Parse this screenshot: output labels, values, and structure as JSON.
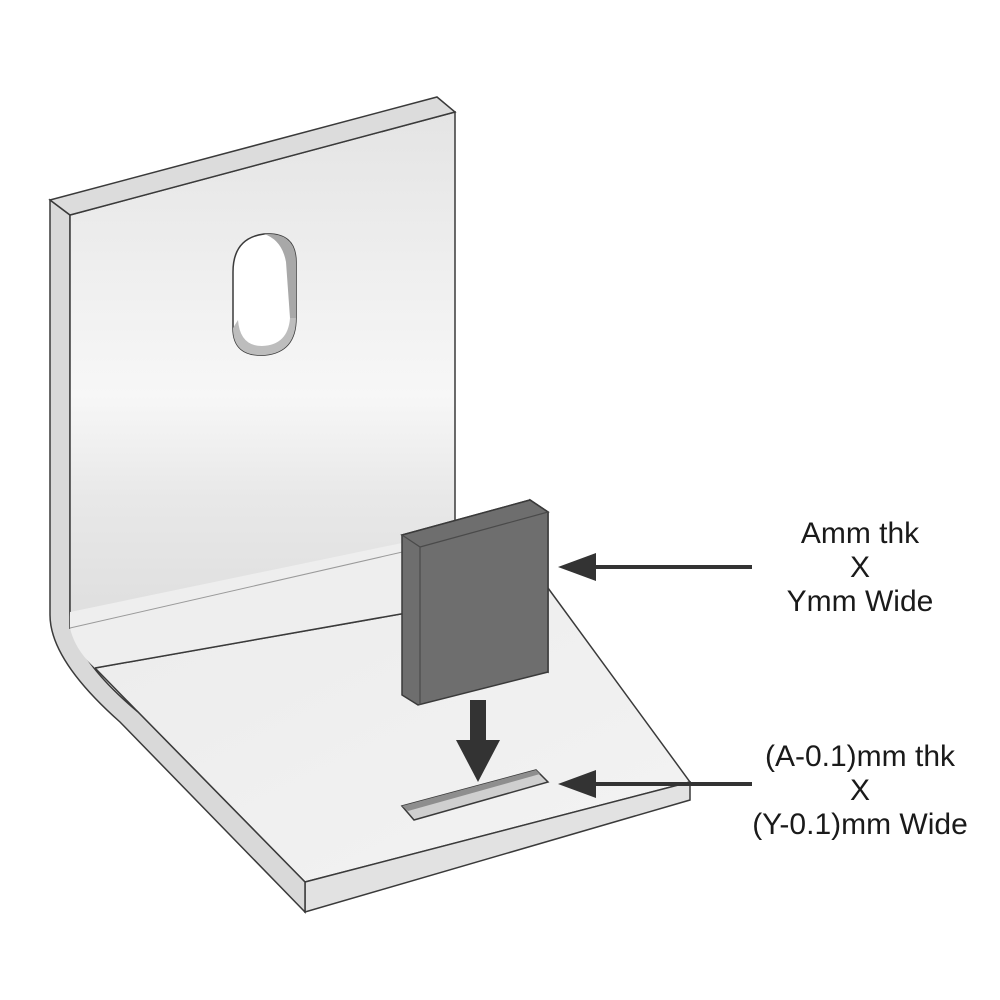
{
  "callouts": {
    "block": {
      "line1": "Amm thk",
      "line2": "X",
      "line3": "Ymm Wide"
    },
    "slot": {
      "line1": "(A-0.1)mm thk",
      "line2": "X",
      "line3": "(Y-0.1)mm Wide"
    }
  },
  "colors": {
    "bracket_fill": "#ebebeb",
    "bracket_edge": "#d6d6d6",
    "outline": "#3a3a3a",
    "block_front": "#6e6e6e",
    "block_top": "#7d7d7d",
    "block_side": "#595959",
    "arrow": "#333333"
  }
}
